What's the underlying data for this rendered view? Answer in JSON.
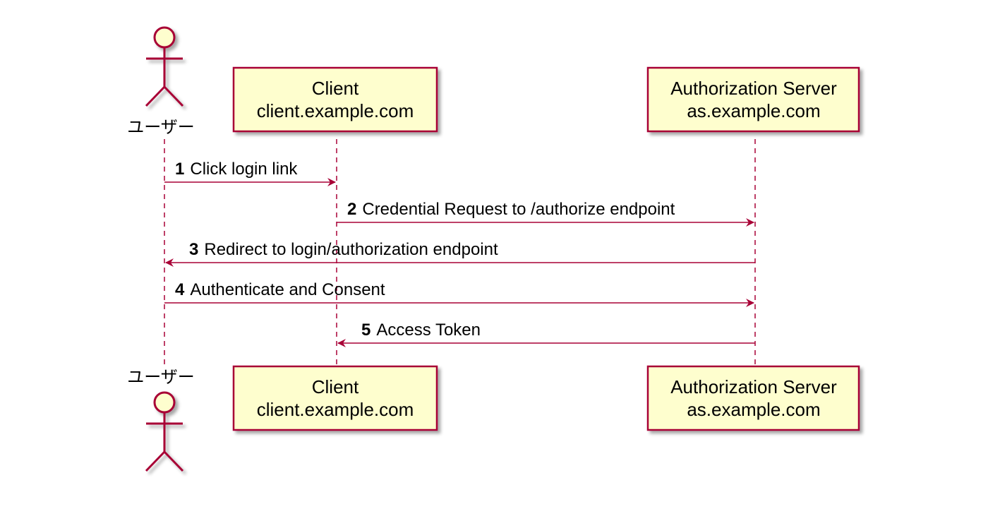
{
  "colors": {
    "border": "#A80036",
    "fill": "#FEFECE",
    "text": "#000000"
  },
  "actor": {
    "label_top": "ユーザー",
    "label_bottom": "ユーザー"
  },
  "client": {
    "line1": "Client",
    "line2": "client.example.com"
  },
  "auth_server": {
    "line1": "Authorization Server",
    "line2": "as.example.com"
  },
  "messages": [
    {
      "number": "1",
      "text": "Click login link",
      "from": "user",
      "to": "client"
    },
    {
      "number": "2",
      "text": "Credential Request to /authorize endpoint",
      "from": "client",
      "to": "auth_server"
    },
    {
      "number": "3",
      "text": "Redirect to login/authorization endpoint",
      "from": "auth_server",
      "to": "user"
    },
    {
      "number": "4",
      "text": "Authenticate and Consent",
      "from": "user",
      "to": "auth_server"
    },
    {
      "number": "5",
      "text": "Access Token",
      "from": "auth_server",
      "to": "client"
    }
  ]
}
